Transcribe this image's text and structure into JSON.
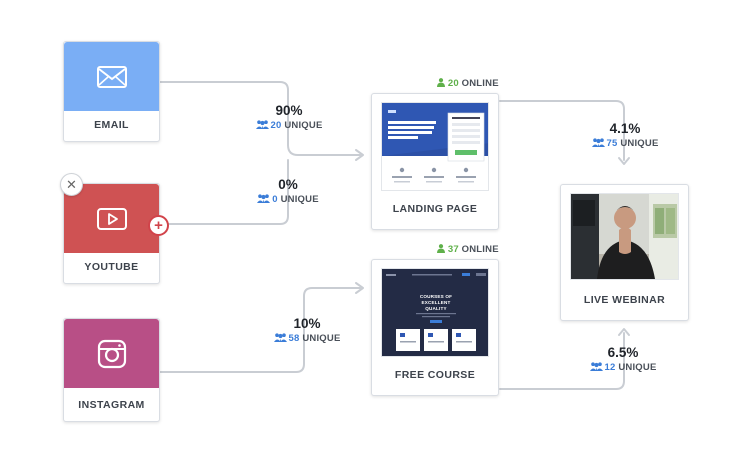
{
  "sources": [
    {
      "label": "EMAIL",
      "color": "#7aaef5",
      "icon": "envelope-icon",
      "pct": "90%",
      "unique_count": "20",
      "unique_label": "UNIQUE"
    },
    {
      "label": "YOUTUBE",
      "color": "#cf5253",
      "icon": "play-icon",
      "pct": "0%",
      "unique_count": "0",
      "unique_label": "UNIQUE"
    },
    {
      "label": "INSTAGRAM",
      "color": "#b84f86",
      "icon": "instagram-icon",
      "pct": "10%",
      "unique_count": "58",
      "unique_label": "UNIQUE"
    }
  ],
  "pages": {
    "landing": {
      "label": "LANDING PAGE",
      "online_count": "20",
      "online_label": "ONLINE"
    },
    "course": {
      "label": "FREE COURSE",
      "online_count": "37",
      "online_label": "ONLINE",
      "thumb_heading": "COURSES OF EXCELLENT QUALITY"
    },
    "webinar": {
      "label": "LIVE WEBINAR"
    }
  },
  "to_webinar": [
    {
      "from": "landing",
      "pct": "4.1%",
      "unique_count": "75",
      "unique_label": "UNIQUE"
    },
    {
      "from": "course",
      "pct": "6.5%",
      "unique_count": "12",
      "unique_label": "UNIQUE"
    }
  ],
  "colors": {
    "accent_blue": "#3b7dd8",
    "online_green": "#5fb04a",
    "wire": "#c9cdd3"
  }
}
